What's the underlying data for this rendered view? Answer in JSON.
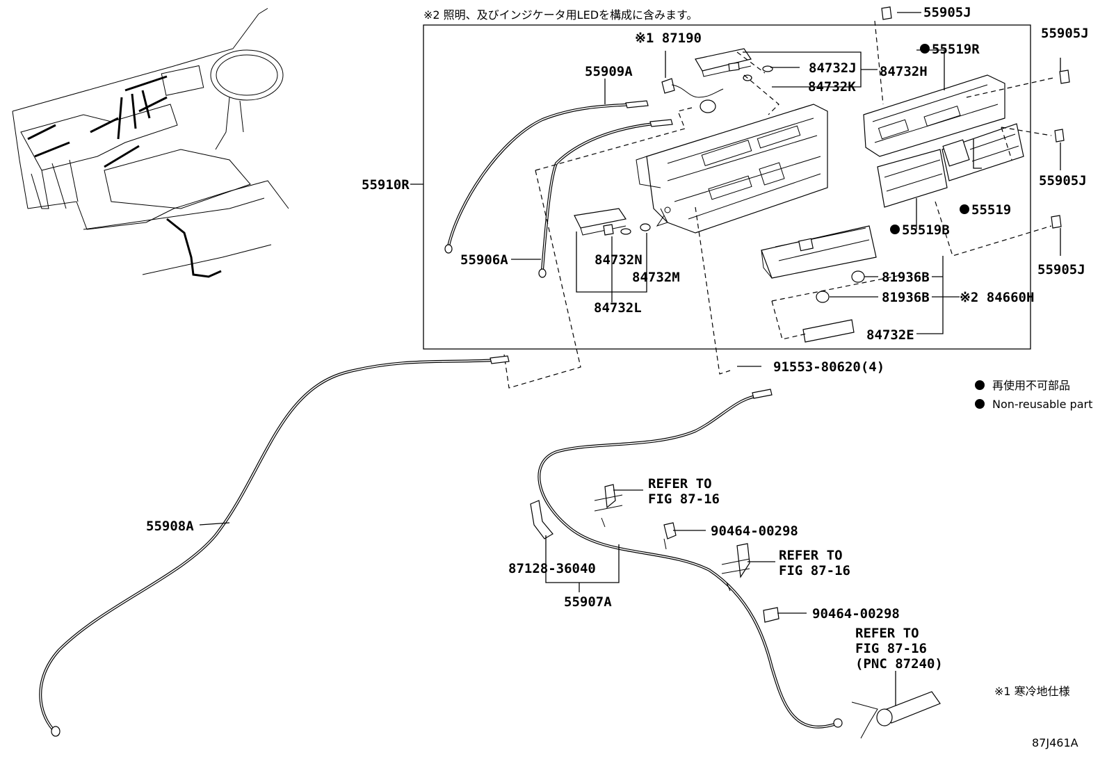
{
  "header_note": "※2 照明、及びインジケータ用LEDを構成に含みます。",
  "part_labels": {
    "p55905J_top": "55905J",
    "p55905J_r1": "55905J",
    "p55905J_r2": "55905J",
    "p55905J_r3": "55905J",
    "p55519R": "55519R",
    "p87190": "※1 87190",
    "p55909A": "55909A",
    "p84732J": "84732J",
    "p84732K": "84732K",
    "p84732H": "84732H",
    "p55910R": "55910R",
    "p55519": "55519",
    "p55519B": "55519B",
    "p55906A": "55906A",
    "p84732N": "84732N",
    "p84732M": "84732M",
    "p84732L": "84732L",
    "p81936B_1": "81936B",
    "p81936B_2": "81936B",
    "p84660H": "※2 84660H",
    "p84732E": "84732E",
    "p91553": "91553-80620(4)",
    "p55908A": "55908A",
    "p87128": "87128-36040",
    "p55907A": "55907A",
    "p90464_1": "90464-00298",
    "p90464_2": "90464-00298"
  },
  "refer_notes": {
    "r1_line1": "REFER TO",
    "r1_line2": "FIG 87-16",
    "r2_line1": "REFER TO",
    "r2_line2": "FIG 87-16",
    "r3_line1": "REFER TO",
    "r3_line2": "FIG 87-16",
    "r3_line3": "(PNC 87240)"
  },
  "legend": {
    "jp": "再使用不可部品",
    "en": "Non-reusable part"
  },
  "footnote": "※1 寒冷地仕様",
  "figure_code": "87J461A"
}
